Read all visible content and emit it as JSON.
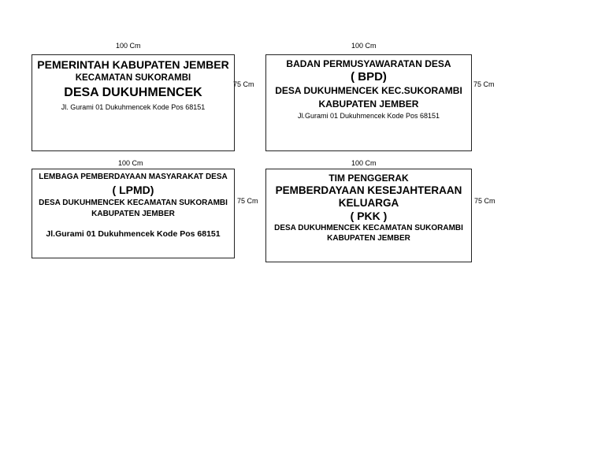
{
  "dimensions": {
    "width": "100 Cm",
    "height": "75 Cm"
  },
  "signs": [
    {
      "lines": [
        "PEMERINTAH KABUPATEN JEMBER",
        "KECAMATAN SUKORAMBI",
        "DESA DUKUHMENCEK",
        "Jl. Gurami 01 Dukuhmencek Kode Pos 68151"
      ]
    },
    {
      "lines": [
        "BADAN PERMUSYAWARATAN DESA",
        "( BPD)",
        "DESA DUKUHMENCEK KEC.SUKORAMBI",
        "KABUPATEN JEMBER",
        "Jl.Gurami 01 Dukuhmencek Kode Pos 68151"
      ]
    },
    {
      "lines": [
        "LEMBAGA PEMBERDAYAAN MASYARAKAT DESA",
        "( LPMD)",
        "DESA DUKUHMENCEK KECAMATAN SUKORAMBI",
        "KABUPATEN JEMBER",
        "Jl.Gurami 01 Dukuhmencek Kode Pos 68151"
      ]
    },
    {
      "lines": [
        "TIM PENGGERAK",
        "PEMBERDAYAAN KESEJAHTERAAN",
        "KELUARGA",
        "( PKK )",
        "DESA DUKUHMENCEK KECAMATAN SUKORAMBI",
        "KABUPATEN JEMBER"
      ]
    }
  ]
}
